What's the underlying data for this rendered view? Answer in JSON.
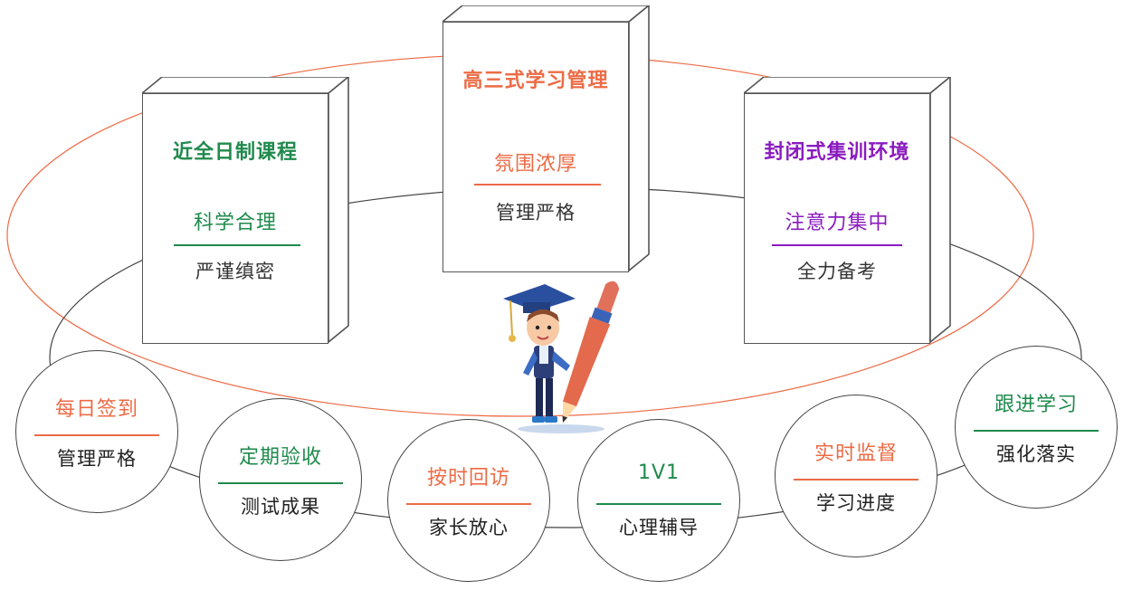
{
  "colors": {
    "orange": "#ec6b45",
    "green": "#1f8a4c",
    "purple": "#8a1bbf",
    "line": "#444444"
  },
  "boxes": [
    {
      "title": "近全日制课程",
      "sub1": "科学合理",
      "sub2": "严谨缜密",
      "color": "green"
    },
    {
      "title": "高三式学习管理",
      "sub1": "氛围浓厚",
      "sub2": "管理严格",
      "color": "orange"
    },
    {
      "title": "封闭式集训环境",
      "sub1": "注意力集中",
      "sub2": "全力备考",
      "color": "purple"
    }
  ],
  "circles": [
    {
      "line1": "每日签到",
      "line2": "管理严格",
      "color": "orange"
    },
    {
      "line1": "定期验收",
      "line2": "测试成果",
      "color": "green"
    },
    {
      "line1": "按时回访",
      "line2": "家长放心",
      "color": "orange"
    },
    {
      "line1": "1V1",
      "line2": "心理辅导",
      "color": "green"
    },
    {
      "line1": "实时监督",
      "line2": "学习进度",
      "color": "orange"
    },
    {
      "line1": "跟进学习",
      "line2": "强化落实",
      "color": "green"
    }
  ],
  "illustration": {
    "icon": "student-with-pen-icon"
  }
}
